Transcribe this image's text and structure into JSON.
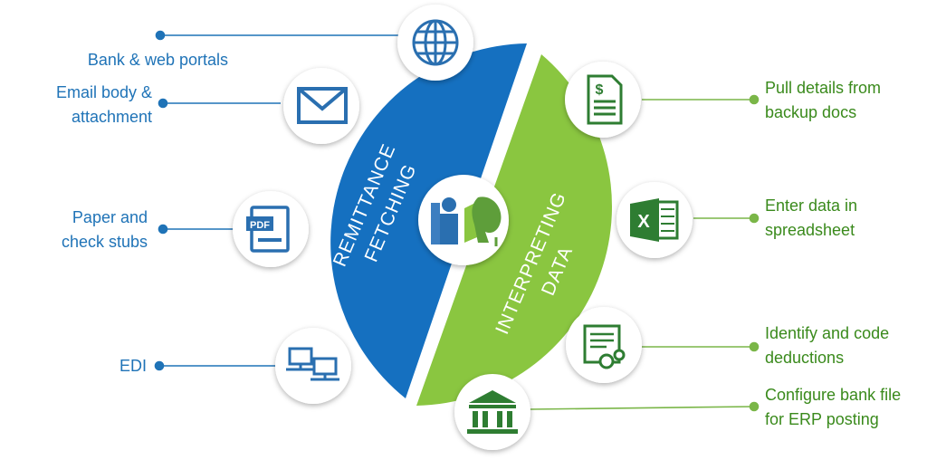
{
  "segments": {
    "left": {
      "line1": "REMITTANCE",
      "line2": "FETCHING",
      "color": "#1570c0"
    },
    "right": {
      "line1": "INTERPRETING",
      "line2": "DATA",
      "color": "#8ac640"
    }
  },
  "left_items": [
    {
      "lines": [
        "Bank &  web portals"
      ],
      "icon": "globe-icon"
    },
    {
      "lines": [
        "Email body &",
        "attachment"
      ],
      "icon": "envelope-icon"
    },
    {
      "lines": [
        "Paper and",
        "check stubs"
      ],
      "icon": "pdf-document-icon"
    },
    {
      "lines": [
        "EDI"
      ],
      "icon": "networked-computers-icon"
    }
  ],
  "right_items": [
    {
      "lines": [
        "Pull details from",
        "backup docs"
      ],
      "icon": "invoice-document-icon"
    },
    {
      "lines": [
        "Enter data in",
        "spreadsheet"
      ],
      "icon": "excel-icon"
    },
    {
      "lines": [
        "Identify and code",
        "deductions"
      ],
      "icon": "document-gears-icon"
    },
    {
      "lines": [
        "Configure bank file",
        "for ERP posting"
      ],
      "icon": "bank-icon"
    }
  ],
  "center_icon": "person-at-desk-icon",
  "colors": {
    "blue_text": "#1f73b7",
    "green_text": "#3a8a1c",
    "blue_line": "#1f73b7",
    "green_line": "#7ab648",
    "icon_blue": "#2a6fb0",
    "icon_green": "#2e7d32"
  }
}
